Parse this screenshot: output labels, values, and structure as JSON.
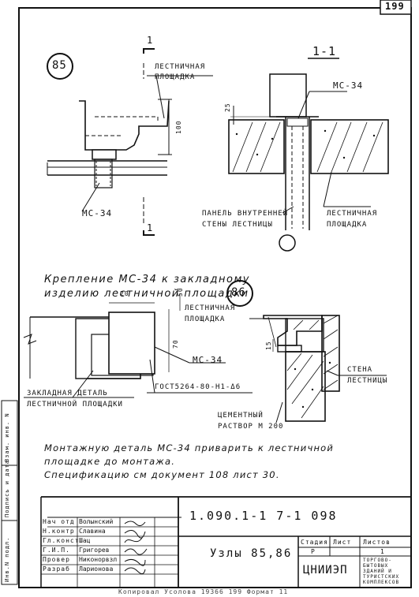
{
  "sheet_number": "199",
  "node_85": {
    "label": "85"
  },
  "node_86": {
    "label": "86"
  },
  "section_cut": {
    "mark": "1",
    "title": "1-1"
  },
  "labels": {
    "landing_top": "ЛЕСТНИЧНАЯ\nПЛОЩАДКА",
    "mc34_a": "МС-34",
    "mc34_b": "МС-34",
    "mc34_c": "МС-34",
    "dim_100": "100",
    "dim_25": "25",
    "dim_20": "20",
    "dim_50": "50",
    "dim_70": "70",
    "dim_15": "15",
    "panel_wall": "ПАНЕЛЬ ВНУТРЕННЕЙ\nСТЕНЫ ЛЕСТНИЦЫ",
    "landing_right": "ЛЕСТНИЧНАЯ\nПЛОЩАДКА",
    "landing_86": "ЛЕСТНИЧНАЯ\nПЛОЩАДКА",
    "embedded_detail": "ЗАКЛАДНАЯ ДЕТАЛЬ\nЛЕСТНИЧНОЙ ПЛОЩАДКИ",
    "gost": "ГОСТ5264-80-Н1-Δ6",
    "stair_wall": "СТЕНА\nЛЕСТНИЦЫ",
    "mortar": "ЦЕМЕНТНЫЙ\nРАСТВОР М 200"
  },
  "caption": "Крепление МС-34 к закладному\nизделию лестничной площадки",
  "notes": "Монтажную деталь МС-34 приварить к лестничной\nплощадке до монтажа.\nСпецификацию см документ 108 лист 30.",
  "title_block": {
    "code": "1.090.1-1 7-1 098",
    "name": "Узлы 85,86",
    "org": "ЦНИИЭП",
    "org_sub": "ТОРГОВО-\nБЫТОВЫХ\nЗДАНИЙ И\nТУРИСТСКИХ\nКОМПЛЕКСОВ",
    "stage_hdr": "Стадия",
    "sheet_hdr": "Лист",
    "sheets_hdr": "Листов",
    "stage": "Р",
    "sheets": "1",
    "roles": [
      "Нач отд",
      "Н.контр",
      "Гл.конст",
      "Г.И.П.",
      "Провер",
      "Разраб"
    ],
    "names": [
      "Волынский",
      "Славина",
      "Шац",
      "Григорев",
      "Никонорвзл",
      "Ларионова"
    ]
  },
  "left_margin": [
    "Инв.N подл.",
    "Подпись и дата",
    "Взам. инв. N"
  ],
  "bottom_text": "Копировал  Усолова         19366      199  Формат 11"
}
